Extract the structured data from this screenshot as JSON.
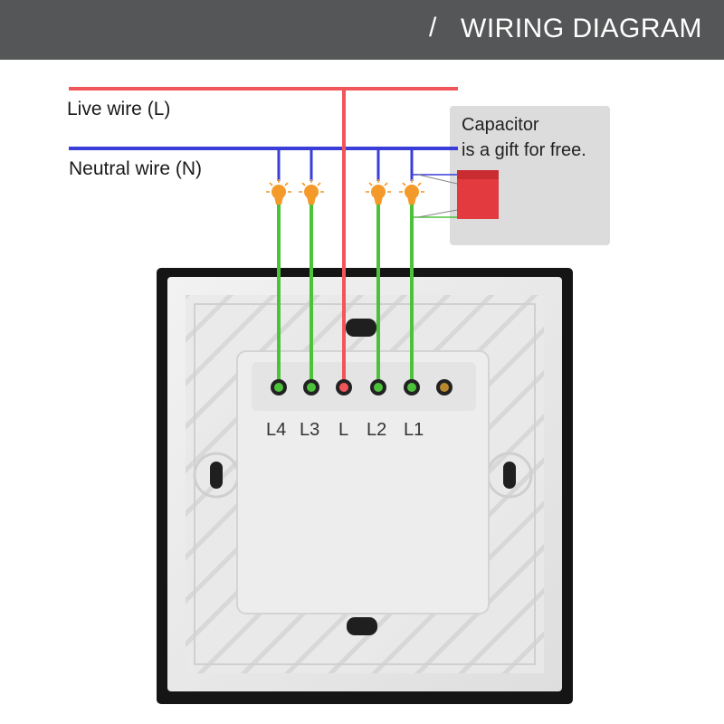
{
  "header": {
    "slash": "/",
    "title": "WIRING DIAGRAM"
  },
  "wires": {
    "live_label": "Live wire (L)",
    "neutral_label": "Neutral wire (N)"
  },
  "capacitor": {
    "line1": "Capacitor",
    "line2": "is a gift for free."
  },
  "terminals": [
    "L4",
    "L3",
    "L",
    "L2",
    "L1"
  ],
  "colors": {
    "header_bg": "#555657",
    "live": "#f0555a",
    "neutral": "#3a3dd8",
    "load": "#4cc23a",
    "bulb": "#f39a2b",
    "capacitor": "#e23a3e",
    "frame": "#151515",
    "plate": "#e8e8e8"
  }
}
